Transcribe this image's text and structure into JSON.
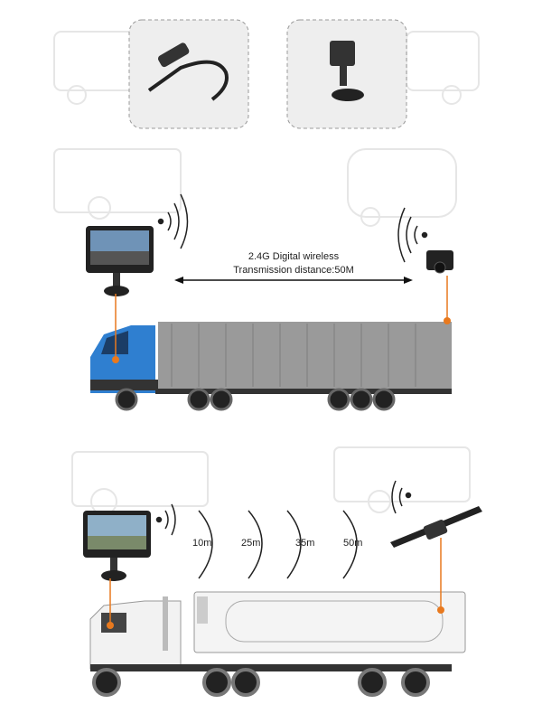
{
  "top": {
    "caption_line1": "2.4G Digital wireless",
    "caption_line2": "Transmission distance:50M"
  },
  "bottom": {
    "distances": [
      "10m",
      "25m",
      "35m",
      "50m"
    ]
  },
  "colors": {
    "accent": "#e8791e",
    "cab": "#2f7fd0",
    "container": "#9a9a9a"
  }
}
